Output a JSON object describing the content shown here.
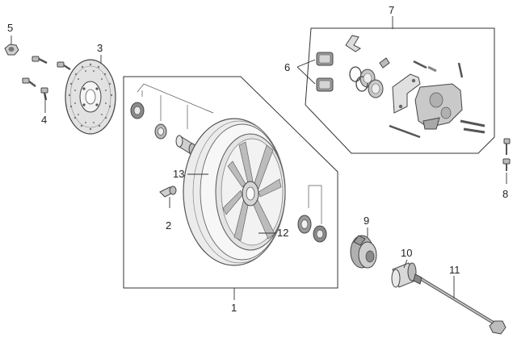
{
  "callouts": {
    "c1": "1",
    "c2": "2",
    "c3": "3",
    "c4": "4",
    "c5": "5",
    "c6": "6",
    "c7": "7",
    "c8": "8",
    "c9": "9",
    "c10": "10",
    "c11": "11",
    "c12": "12",
    "c13": "13"
  },
  "colors": {
    "line": "#333333",
    "metal_light": "#d9d9d9",
    "metal_mid": "#b3b3b3",
    "metal_dark": "#7a7a7a",
    "tire": "#e6e6e6",
    "rubber": "#555555"
  }
}
